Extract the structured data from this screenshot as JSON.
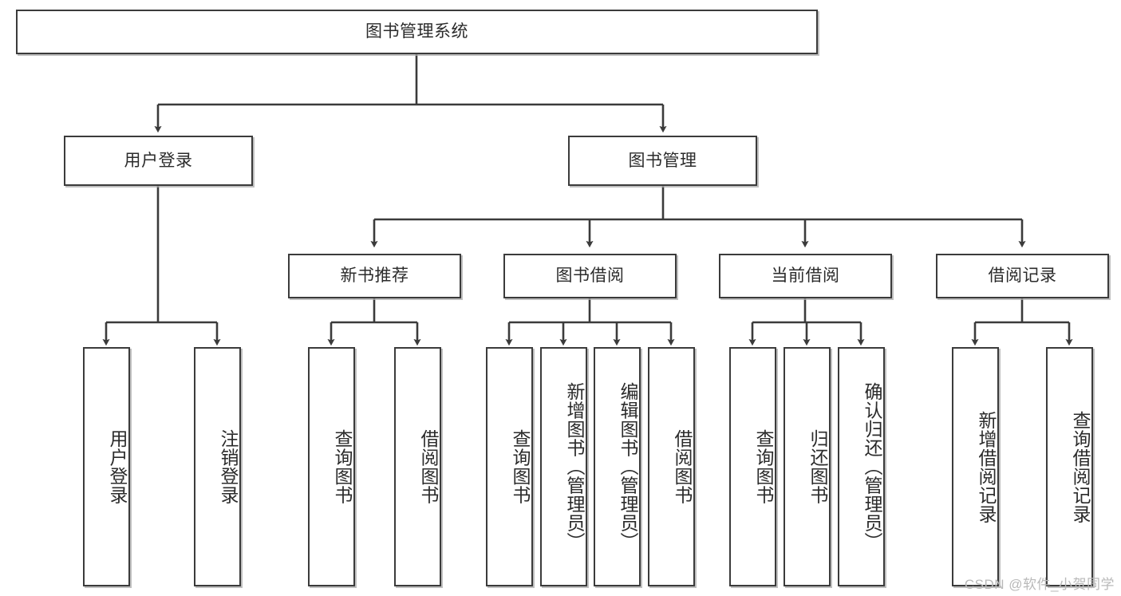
{
  "diagram": {
    "type": "tree",
    "title": "图书管理系统",
    "root": {
      "label": "图书管理系统"
    },
    "level2": [
      {
        "label": "用户登录"
      },
      {
        "label": "图书管理"
      }
    ],
    "level3": [
      {
        "label": "新书推荐"
      },
      {
        "label": "图书借阅"
      },
      {
        "label": "当前借阅"
      },
      {
        "label": "借阅记录"
      }
    ],
    "leaves": {
      "user_login": [
        {
          "label": "用户登录"
        },
        {
          "label": "注销登录"
        }
      ],
      "new_book_recommend": [
        {
          "label": "查询图书"
        },
        {
          "label": "借阅图书"
        }
      ],
      "book_borrow": [
        {
          "label": "查询图书"
        },
        {
          "label": "新增图书（管理员）"
        },
        {
          "label": "编辑图书（管理员）"
        },
        {
          "label": "借阅图书"
        }
      ],
      "current_borrow": [
        {
          "label": "查询图书"
        },
        {
          "label": "归还图书"
        },
        {
          "label": "确认归还（管理员）"
        }
      ],
      "borrow_record": [
        {
          "label": "新增借阅记录"
        },
        {
          "label": "查询借阅记录"
        }
      ]
    }
  },
  "watermark": {
    "text": "CSDN @软件_小贺同学"
  },
  "colors": {
    "border": "#3b3b3b",
    "background": "#ffffff",
    "text": "#2b2b2b",
    "watermark": "#b9b9b9"
  }
}
